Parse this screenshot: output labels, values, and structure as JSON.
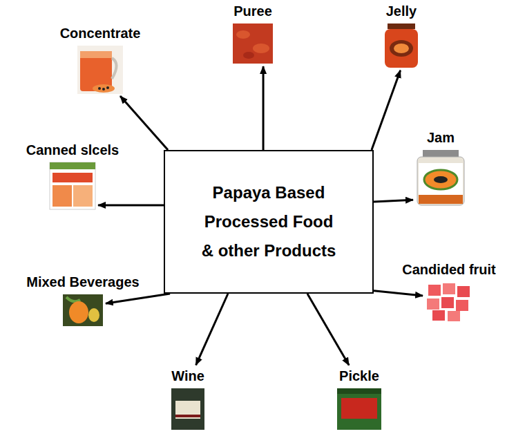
{
  "diagram": {
    "nodes": [
      {
        "text": [
          "Papaya Based Processed Food & other Products"
        ]
      },
      {
        "text": [
          "Concentrate"
        ]
      },
      {
        "text": [
          "Puree"
        ]
      },
      {
        "text": [
          "Jelly"
        ]
      },
      {
        "text": [
          "Canned slcels"
        ]
      },
      {
        "text": [
          "Jam"
        ]
      },
      {
        "text": [
          "Mixed Beverages"
        ]
      },
      {
        "text": [
          "Candided fruit"
        ]
      },
      {
        "text": [
          "Wine"
        ]
      },
      {
        "text": [
          "Pickle"
        ]
      }
    ],
    "edges": [
      {
        "from": 0,
        "to": 1,
        "arrow": "to"
      },
      {
        "from": 0,
        "to": 2,
        "arrow": "to"
      },
      {
        "from": 0,
        "to": 3,
        "arrow": "to"
      },
      {
        "from": 0,
        "to": 4,
        "arrow": "to"
      },
      {
        "from": 0,
        "to": 5,
        "arrow": "to"
      },
      {
        "from": 0,
        "to": 6,
        "arrow": "to"
      },
      {
        "from": 0,
        "to": 7,
        "arrow": "to"
      },
      {
        "from": 0,
        "to": 8,
        "arrow": "to"
      },
      {
        "from": 0,
        "to": 9,
        "arrow": "to"
      }
    ]
  }
}
